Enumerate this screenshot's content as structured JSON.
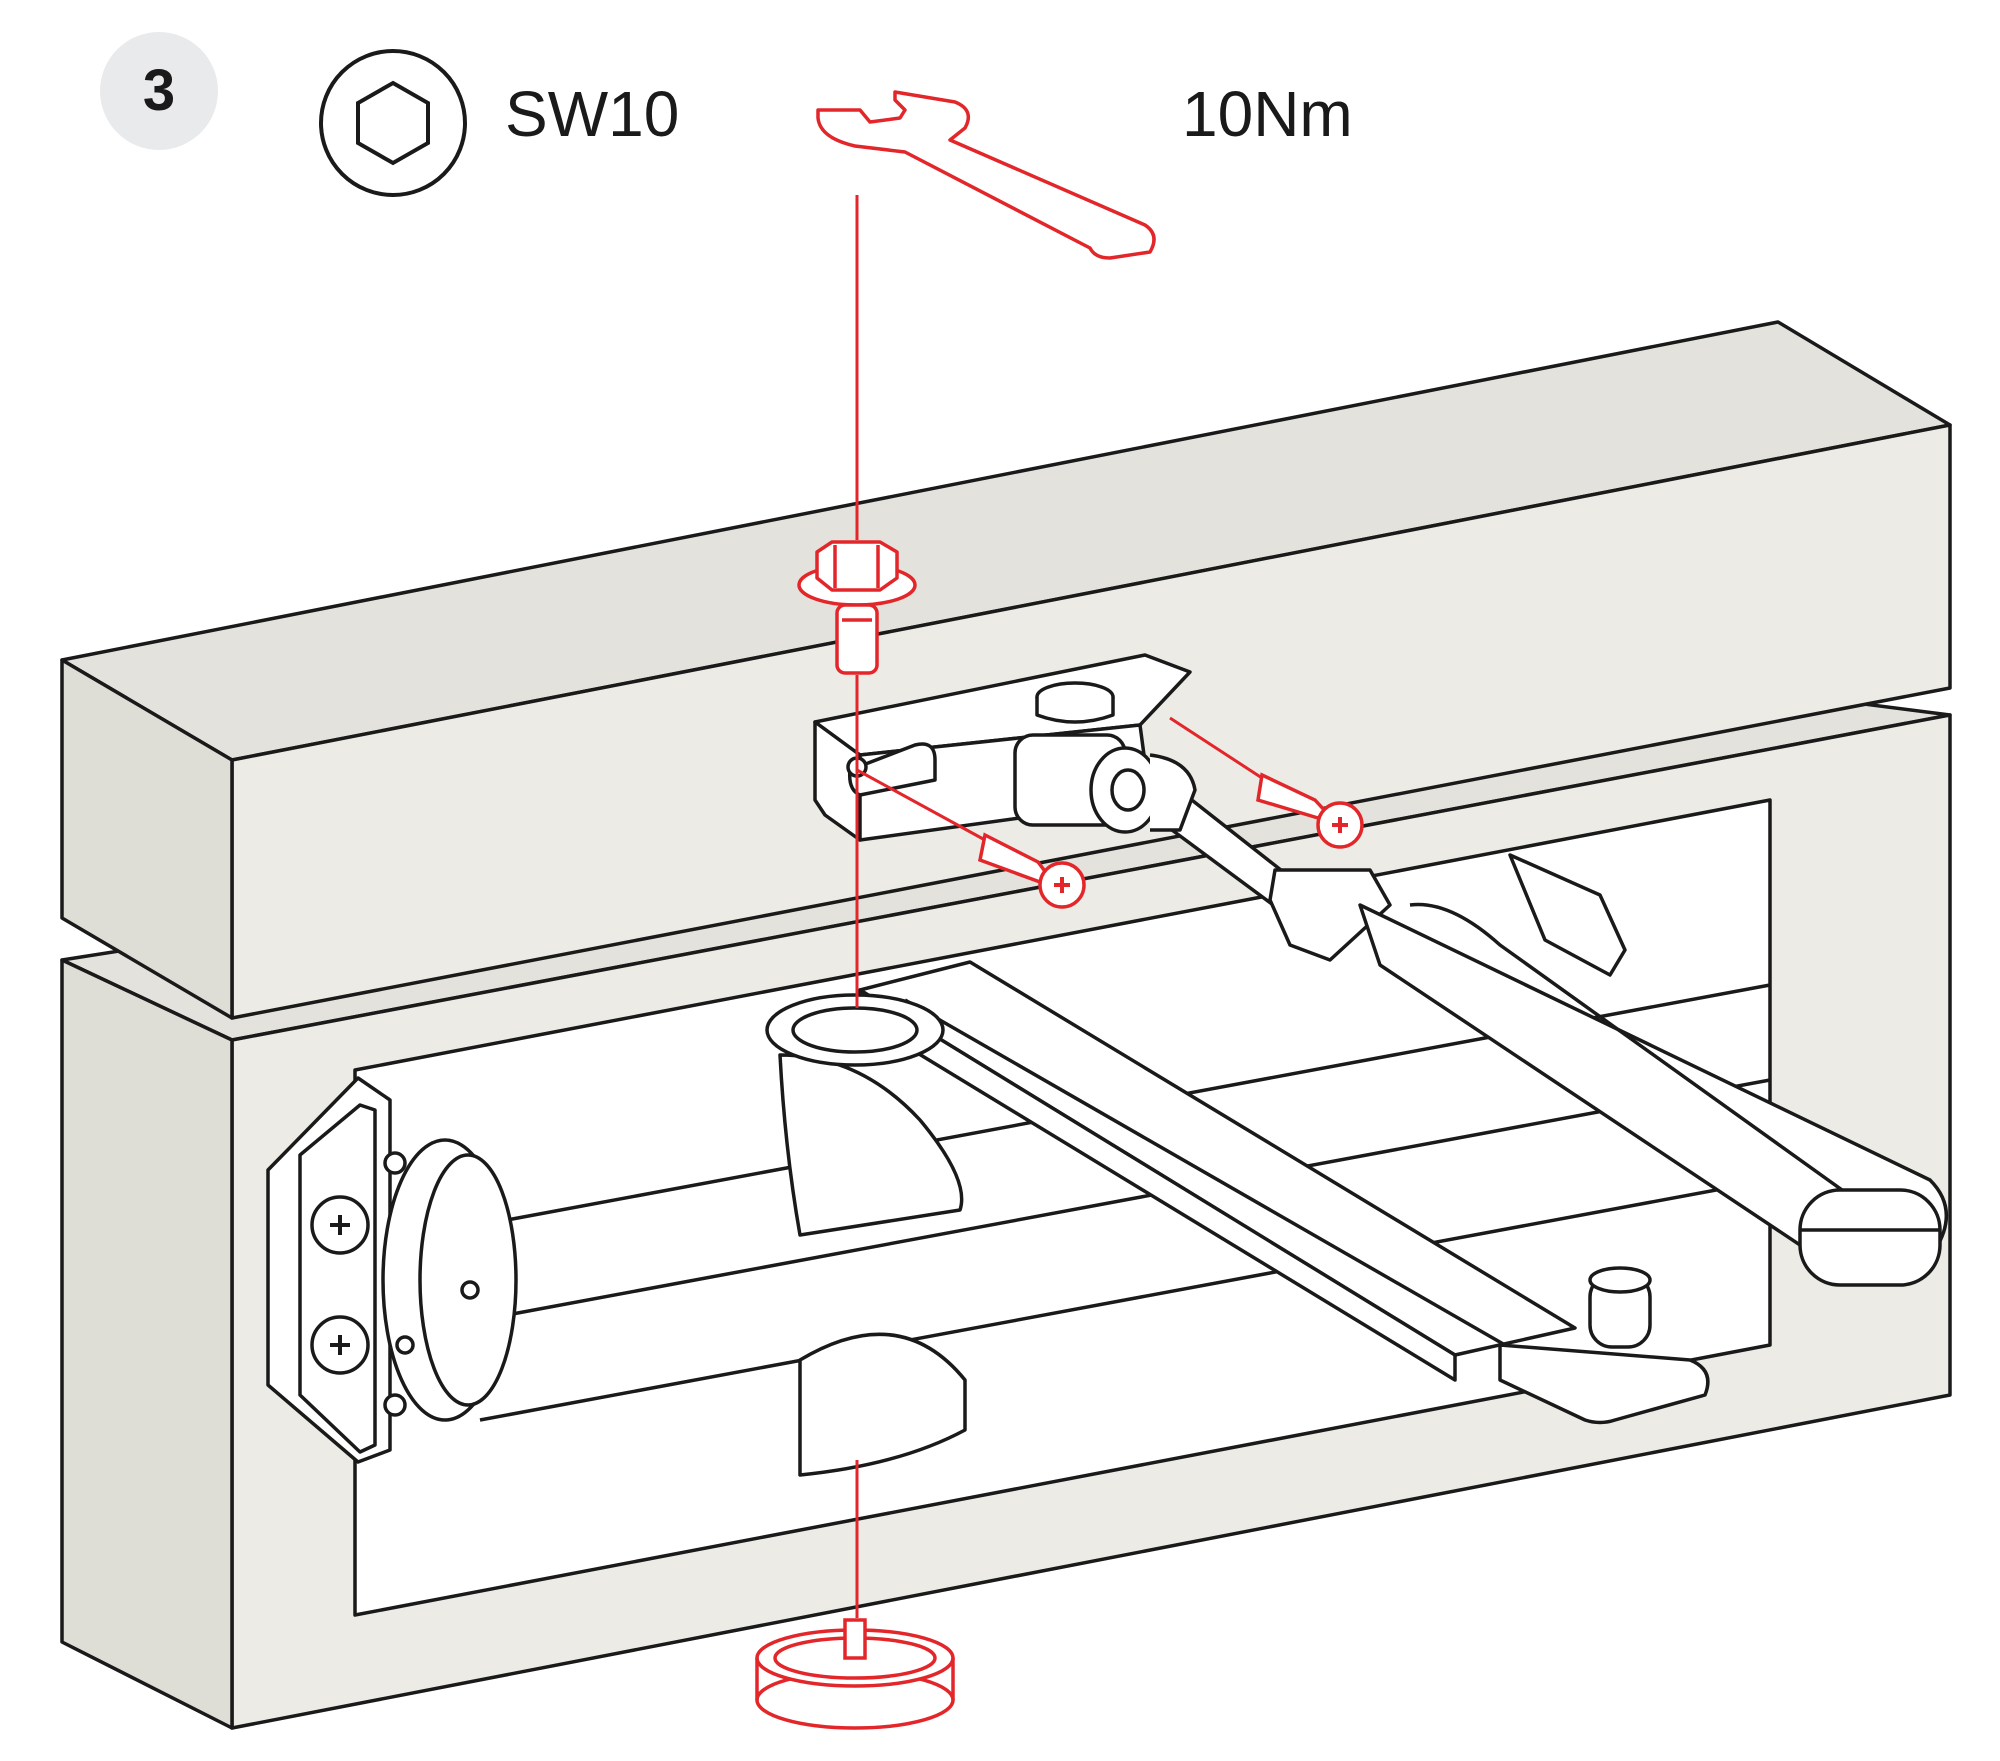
{
  "step": {
    "number": "3"
  },
  "tool": {
    "icon": "hex-socket-icon",
    "label": "SW10"
  },
  "torque": {
    "label": "10Nm"
  },
  "colors": {
    "line": "#1a1a1a",
    "accent": "#e3262a",
    "wall": "#ecebe6",
    "badge": "#e9eaec"
  },
  "parts": [
    "wrench-icon",
    "bolt-icon",
    "screw-icon",
    "screw-icon",
    "cap-icon",
    "door-closer",
    "bracket",
    "arm"
  ]
}
